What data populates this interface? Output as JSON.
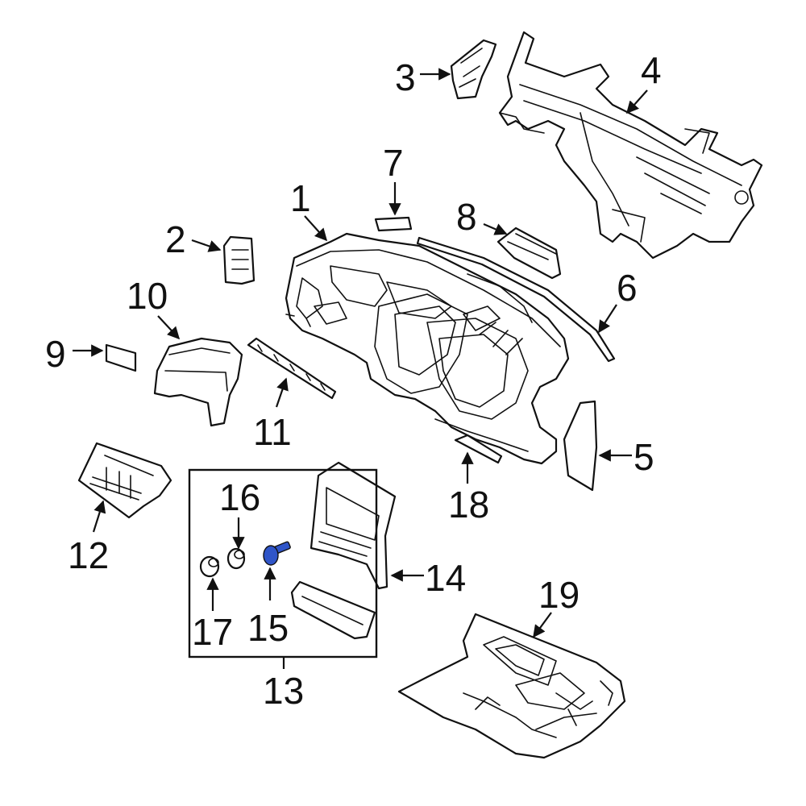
{
  "diagram": {
    "highlight_color": "#2f55c8",
    "line_color": "#111111",
    "background": "#ffffff",
    "callouts": {
      "c1": "1",
      "c2": "2",
      "c3": "3",
      "c4": "4",
      "c5": "5",
      "c6": "6",
      "c7": "7",
      "c8": "8",
      "c9": "9",
      "c10": "10",
      "c11": "11",
      "c12": "12",
      "c13": "13",
      "c14": "14",
      "c15": "15",
      "c16": "16",
      "c17": "17",
      "c18": "18",
      "c19": "19"
    },
    "highlighted_part": "15"
  }
}
